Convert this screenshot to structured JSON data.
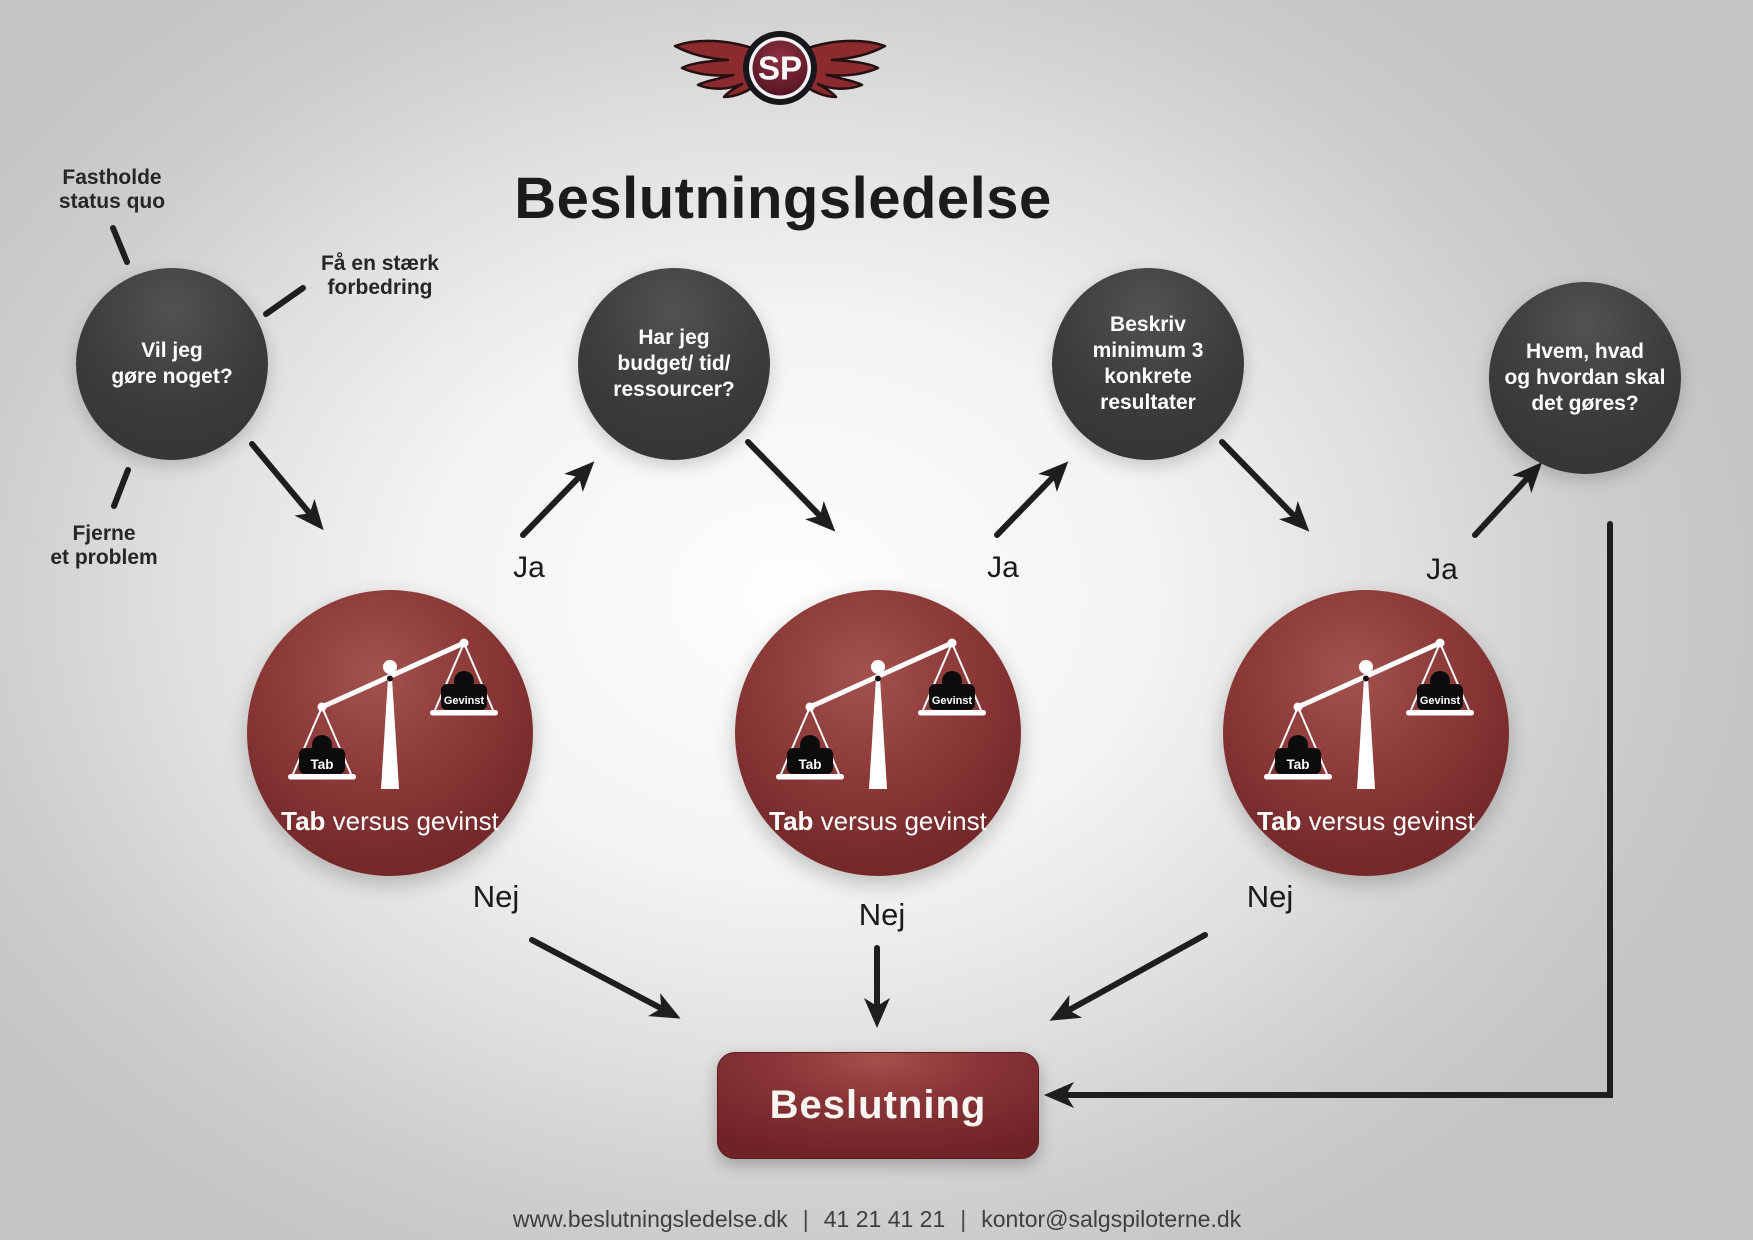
{
  "logo": {
    "monogram": "SP"
  },
  "title": "Beslutningsledelse",
  "question_nodes": [
    {
      "id": "vil-jeg",
      "lines": [
        "Vil jeg",
        "gøre noget?"
      ]
    },
    {
      "id": "budget",
      "lines": [
        "Har jeg",
        "budget/ tid/",
        "ressourcer?"
      ]
    },
    {
      "id": "beskriv",
      "lines": [
        "Beskriv",
        "minimum 3",
        "konkrete",
        "resultater"
      ]
    },
    {
      "id": "hvem",
      "lines": [
        "Hvem, hvad",
        "og hvordan skal",
        "det gøres?"
      ]
    }
  ],
  "option_labels": [
    {
      "lines": [
        "Fastholde",
        "status quo"
      ]
    },
    {
      "lines": [
        "Få en stærk",
        "forbedring"
      ]
    },
    {
      "lines": [
        "Fjerne",
        "et problem"
      ]
    }
  ],
  "weigh_nodes": {
    "caption_bold": "Tab",
    "caption_rest": " versus gevinst",
    "left_weight": "Tab",
    "right_weight": "Gevinst"
  },
  "edge_labels": {
    "yes": "Ja",
    "no": "Nej"
  },
  "decision_box": {
    "label": "Beslutning"
  },
  "footer": {
    "website": "www.beslutningsledelse.dk",
    "separator": "|",
    "phone": "41 21 41 21",
    "email": "kontor@salgspiloterne.dk"
  },
  "colors": {
    "accent_red": "#8c3a38",
    "dark_node": "#3d3d3d",
    "arrow": "#1e1e1e",
    "background": "#d8d8d7"
  }
}
